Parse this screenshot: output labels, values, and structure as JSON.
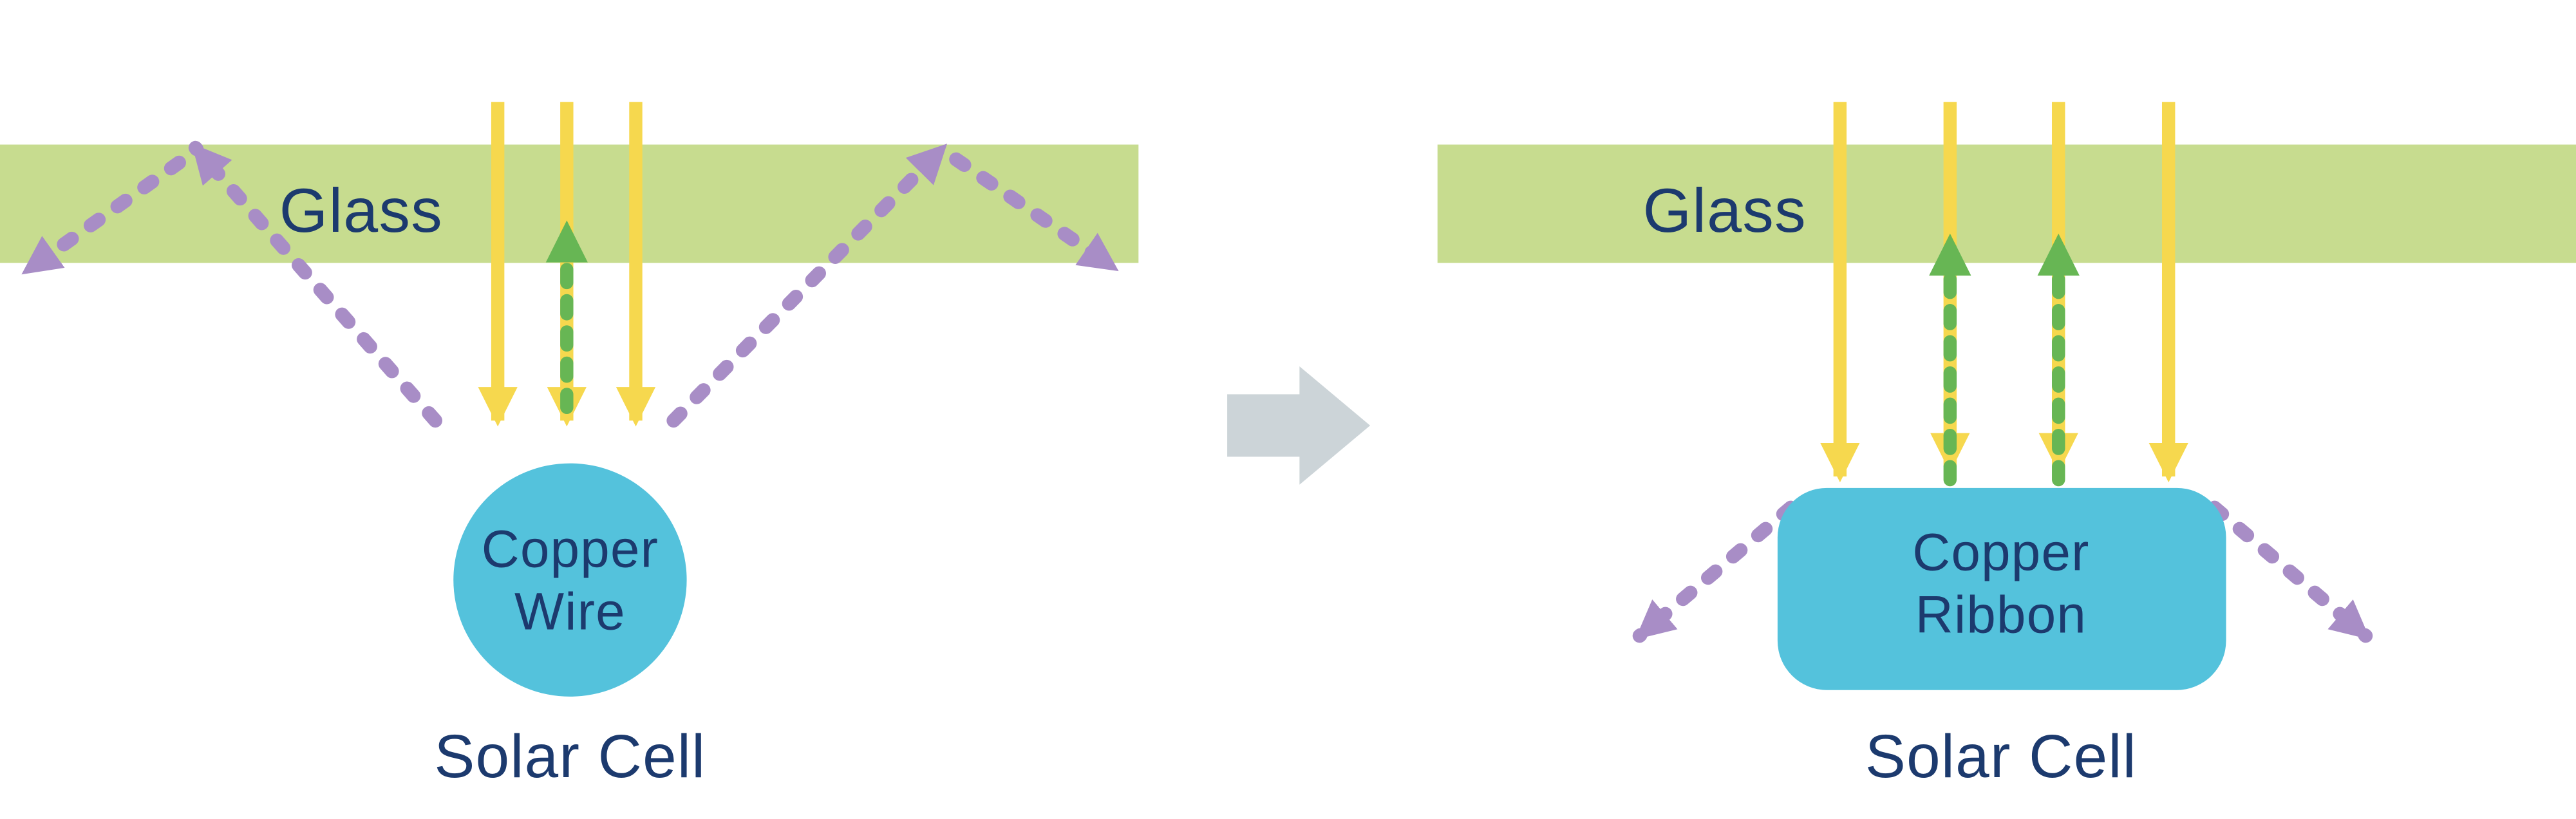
{
  "panels": {
    "before": {
      "glass_label": "Glass",
      "conductor_label_line1": "Copper",
      "conductor_label_line2": "Wire",
      "cell_label": "Solar Cell"
    },
    "after": {
      "glass_label": "Glass",
      "conductor_label_line1": "Copper",
      "conductor_label_line2": "Ribbon",
      "cell_label": "Solar Cell"
    }
  },
  "icons": {
    "sunlight_ray": "yellow-solid-down-arrow",
    "reflected_ray": "green-dashed-up-arrow",
    "scattered_ray": "purple-dotted-diagonal-arrow",
    "transition": "gray-right-block-arrow"
  },
  "colors": {
    "glass": "#c7dc8f",
    "sunlight": "#f6d84e",
    "reflected": "#67b654",
    "scattered": "#a88dc6",
    "conductor": "#54c2dc",
    "text": "#1c3a6e",
    "transition": "#ccd4d8",
    "background": "#ffffff"
  }
}
